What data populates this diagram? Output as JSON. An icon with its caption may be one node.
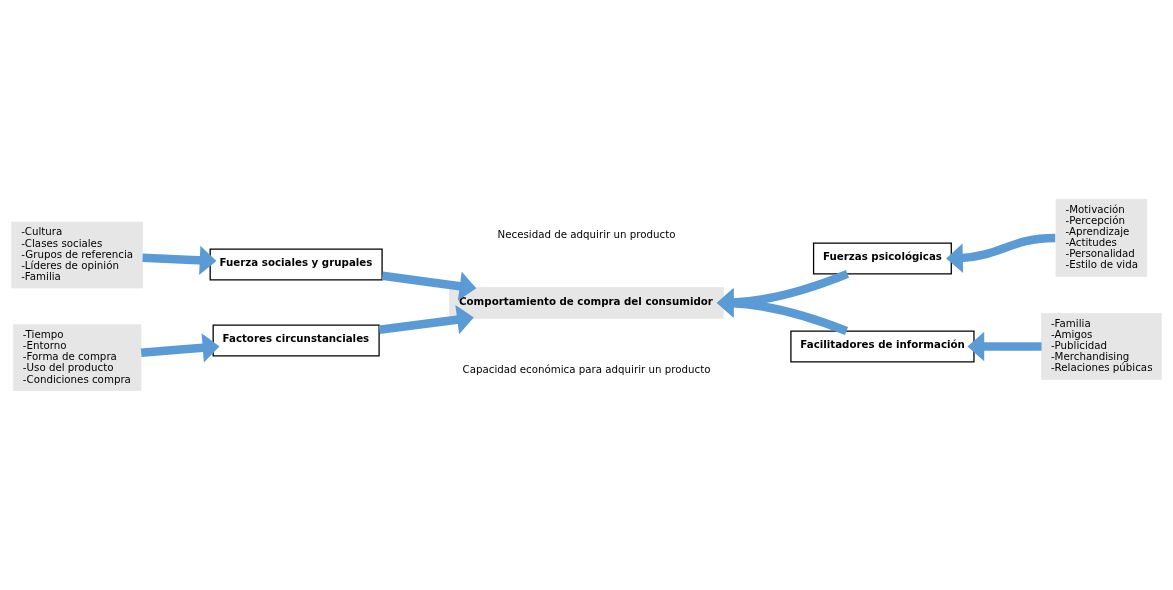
{
  "diagram": {
    "nodes": [
      {
        "text": [
          "-Cultura",
          "-Clases sociales",
          "-Grupos de referencia",
          "-Líderes de opinión",
          "-Familia"
        ]
      },
      {
        "text": [
          "Fuerza sociales y grupales"
        ]
      },
      {
        "text": [
          "Fuerzas psicológicas"
        ]
      },
      {
        "text": [
          "-Motivación",
          "-Percepción",
          "-Aprendizaje",
          "-Actitudes",
          "-Personalidad",
          "-Estilo de vida"
        ]
      },
      {
        "text": [
          "Comportamiento de compra del consumidor"
        ]
      },
      {
        "text": [
          "-Tiempo",
          "-Entorno",
          "-Forma de compra",
          "-Uso del producto",
          "-Condiciones compra"
        ]
      },
      {
        "text": [
          "Factores circunstanciales"
        ]
      },
      {
        "text": [
          "Facilitadores de información"
        ]
      },
      {
        "text": [
          "-Familia",
          "-Amigos",
          "-Publicidad",
          "-Merchandising",
          "-Relaciones púbicas"
        ]
      }
    ],
    "edges": [
      {
        "from": 0,
        "to": 1,
        "arrow": "to"
      },
      {
        "from": 3,
        "to": 2,
        "arrow": "to"
      },
      {
        "from": 1,
        "to": 4,
        "arrow": "to"
      },
      {
        "from": 2,
        "to": 4,
        "arrow": "to"
      },
      {
        "from": 6,
        "to": 4,
        "arrow": "to"
      },
      {
        "from": 7,
        "to": 4,
        "arrow": "to"
      },
      {
        "from": 5,
        "to": 6,
        "arrow": "to"
      },
      {
        "from": 8,
        "to": 7,
        "arrow": "to"
      }
    ],
    "labels": [
      "Necesidad de adquirir un producto",
      "Capacidad económica para adquirir un producto"
    ]
  }
}
